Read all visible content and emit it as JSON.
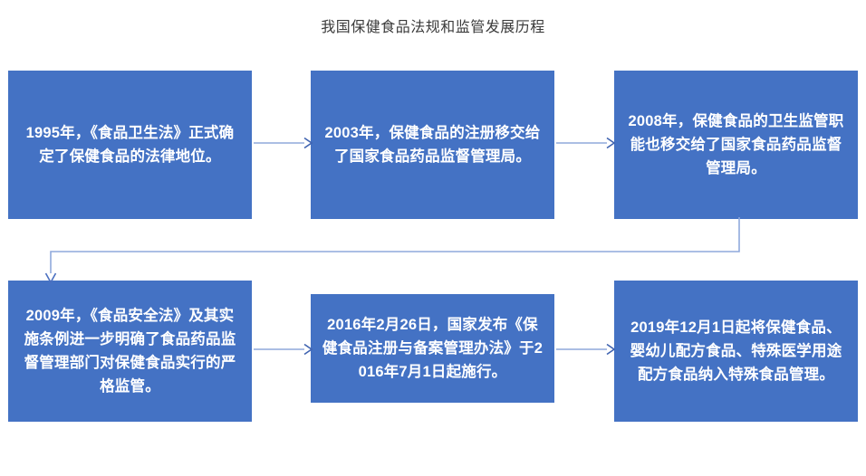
{
  "title": "我国保健食品法规和监管发展历程",
  "theme": {
    "node_fill": "#4472C4",
    "node_text": "#FFFFFF",
    "connector": "#8FA9DC",
    "background": "#FFFFFF",
    "title_color": "#3A3A3A"
  },
  "chart_data": {
    "type": "diagram",
    "diagram_type": "flowchart",
    "title": "我国保健食品法规和监管发展历程",
    "layout": "two-row snake / serpentine, left-to-right",
    "nodes": [
      {
        "id": "n1",
        "order": 1,
        "year": "1995",
        "row": 1,
        "column": 1,
        "text": "1995年，《食品卫生法》正式确定了保健食品的法律地位。"
      },
      {
        "id": "n2",
        "order": 2,
        "year": "2003",
        "row": 1,
        "column": 2,
        "text": "2003年，保健食品的注册移交给了国家食品药品监督管理局。"
      },
      {
        "id": "n3",
        "order": 3,
        "year": "2008",
        "row": 1,
        "column": 3,
        "text": "2008年，保健食品的卫生监管职能也移交给了国家食品药品监督管理局。"
      },
      {
        "id": "n4",
        "order": 4,
        "year": "2009",
        "row": 2,
        "column": 1,
        "text": "2009年，《食品安全法》及其实施条例进一步明确了食品药品监督管理部门对保健食品实行的严格监管。"
      },
      {
        "id": "n5",
        "order": 5,
        "year": "2016",
        "row": 2,
        "column": 2,
        "text": "2016年2月26日，国家发布《保健食品注册与备案管理办法》于2016年7月1日起施行。"
      },
      {
        "id": "n6",
        "order": 6,
        "year": "2019",
        "row": 2,
        "column": 3,
        "text": "2019年12月1日起将保健食品、婴幼儿配方食品、特殊医学用途配方食品纳入特殊食品管理。"
      }
    ],
    "edges": [
      {
        "from": "n1",
        "to": "n2",
        "style": "straight-arrow",
        "direction": "right"
      },
      {
        "from": "n2",
        "to": "n3",
        "style": "straight-arrow",
        "direction": "right"
      },
      {
        "from": "n3",
        "to": "n4",
        "style": "elbow-arrow",
        "direction": "down-left"
      },
      {
        "from": "n4",
        "to": "n5",
        "style": "straight-arrow",
        "direction": "right"
      },
      {
        "from": "n5",
        "to": "n6",
        "style": "straight-arrow",
        "direction": "right"
      }
    ]
  }
}
